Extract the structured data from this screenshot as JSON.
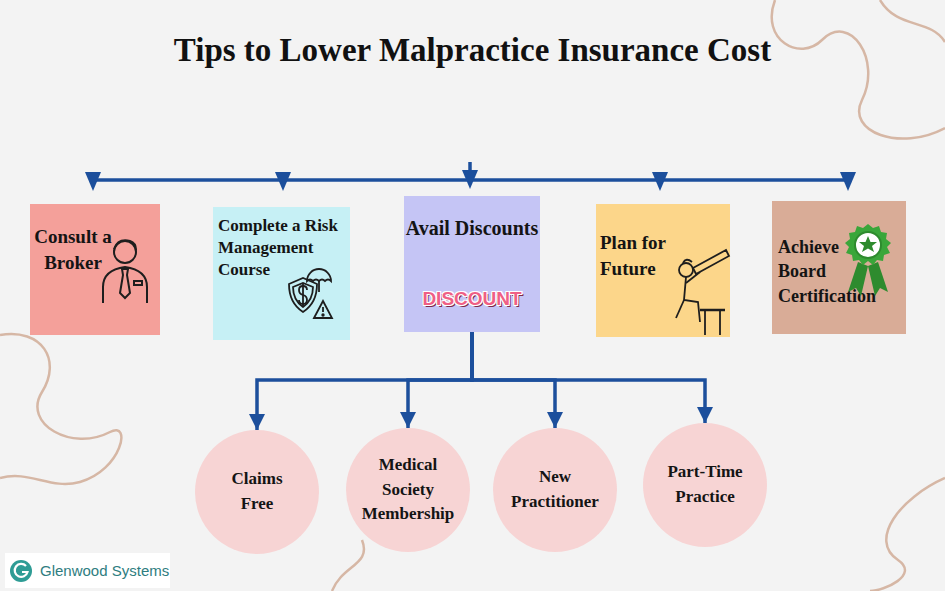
{
  "diagram": {
    "title": "Tips to Lower Malpractice Insurance Cost",
    "nodes": [
      {
        "text": [
          "Consult a Broker"
        ]
      },
      {
        "text": [
          "Complete a Risk Management Course"
        ]
      },
      {
        "text": [
          "Avail Discounts",
          "DISCOUNT"
        ]
      },
      {
        "text": [
          "Plan for Future"
        ]
      },
      {
        "text": [
          "Achieve Board Certification"
        ]
      },
      {
        "text": [
          "Claims Free"
        ]
      },
      {
        "text": [
          "Medical Society Membership"
        ]
      },
      {
        "text": [
          "New Practitioner"
        ]
      },
      {
        "text": [
          "Part-Time Practice"
        ]
      }
    ],
    "edges": [
      {
        "from": 2,
        "to": 5,
        "arrow": "to"
      },
      {
        "from": 2,
        "to": 6,
        "arrow": "to"
      },
      {
        "from": 2,
        "to": 7,
        "arrow": "to"
      },
      {
        "from": 2,
        "to": 8,
        "arrow": "to"
      }
    ],
    "labels": [
      "Glenwood Systems"
    ]
  }
}
